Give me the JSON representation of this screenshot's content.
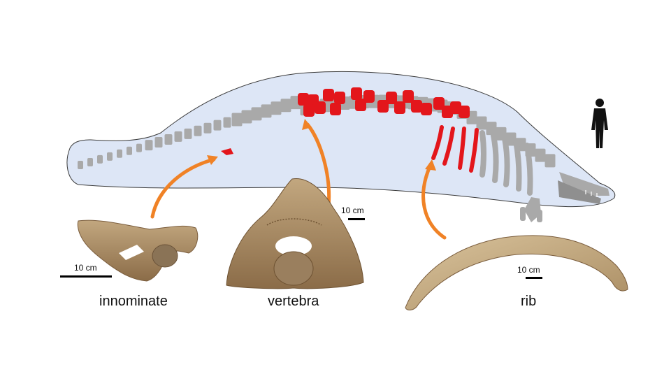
{
  "labels": {
    "innominate": "innominate",
    "vertebra": "vertebra",
    "rib": "rib"
  },
  "scale_bars": {
    "innominate": "10 cm",
    "vertebra": "10 cm",
    "rib": "10 cm"
  },
  "colors": {
    "body_fill": "#dde6f6",
    "body_outline": "#3a3a3a",
    "skeleton_grey": "#a9a9a9",
    "fossil_red": "#e3161b",
    "arrow_orange": "#f08226",
    "bone_tan": "#a88a62",
    "silhouette": "#111111"
  },
  "icons": {
    "human_scale": "human-silhouette-icon"
  }
}
